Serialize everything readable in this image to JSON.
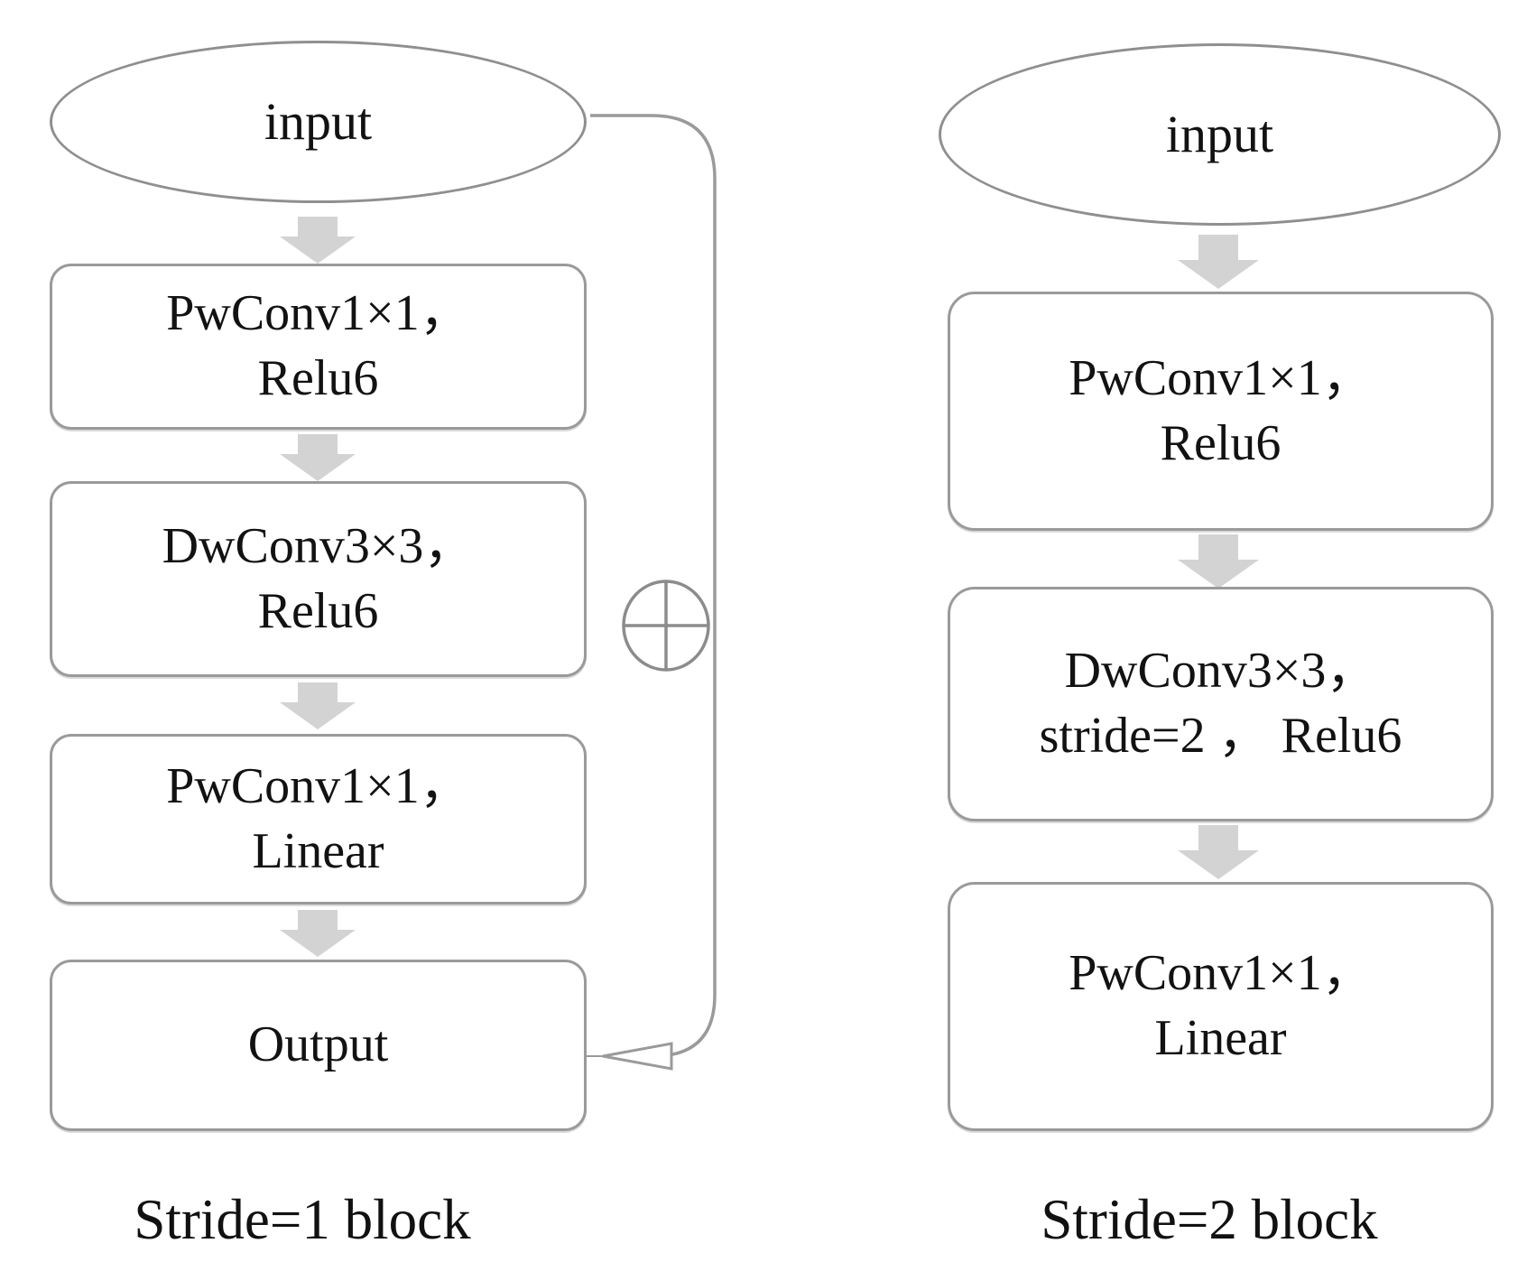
{
  "diagram": {
    "title_hint": "Inverted residual blocks: stride 1 with skip connection and stride 2",
    "colors": {
      "shape_stroke": "#9a9a9a",
      "ellipse_stroke": "#8f8f8f",
      "arrow_fill": "#d3d3d3",
      "skip_line": "#9a9a9a",
      "text": "#121212"
    },
    "icons": {
      "add": "circled-plus-icon",
      "flow_arrow": "down-block-arrow-icon",
      "skip_arrowhead": "open-left-arrowhead-icon"
    },
    "left_block": {
      "input_label": "input",
      "nodes": [
        {
          "lines": [
            "PwConv1×1，",
            "Relu6"
          ]
        },
        {
          "lines": [
            "DwConv3×3，",
            "Relu6"
          ]
        },
        {
          "lines": [
            "PwConv1×1，",
            "Linear"
          ]
        },
        {
          "lines": [
            "Output"
          ]
        }
      ],
      "caption": "Stride=1 block"
    },
    "right_block": {
      "input_label": "input",
      "nodes": [
        {
          "lines": [
            "PwConv1×1，",
            "Relu6"
          ]
        },
        {
          "lines": [
            "DwConv3×3，",
            "stride=2 ， Relu6"
          ]
        },
        {
          "lines": [
            "PwConv1×1，",
            "Linear"
          ]
        }
      ],
      "caption": "Stride=2 block"
    }
  }
}
